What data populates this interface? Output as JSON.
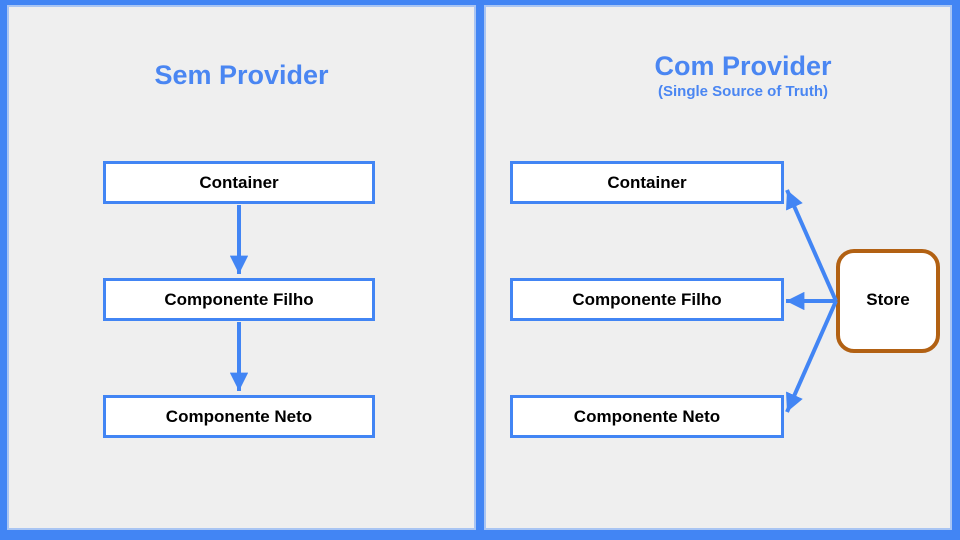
{
  "panels": {
    "left": {
      "title": "Sem Provider",
      "boxes": [
        "Container",
        "Componente Filho",
        "Componente Neto"
      ],
      "edges": [
        {
          "from": "Container",
          "to": "Componente Filho"
        },
        {
          "from": "Componente Filho",
          "to": "Componente Neto"
        }
      ]
    },
    "right": {
      "title": "Com Provider",
      "subtitle": "(Single Source of Truth)",
      "boxes": [
        "Container",
        "Componente Filho",
        "Componente Neto"
      ],
      "store_label": "Store",
      "edges": [
        {
          "from": "Store",
          "to": "Container"
        },
        {
          "from": "Store",
          "to": "Componente Filho"
        },
        {
          "from": "Store",
          "to": "Componente Neto"
        }
      ]
    }
  },
  "colors": {
    "background_blue": "#4285f4",
    "panel_gray": "#efefef",
    "panel_edge": "#a9c5f3",
    "accent_blue": "#4285f4",
    "title_blue": "#4a86f2",
    "box_white": "#ffffff",
    "text_black": "#000000",
    "store_orange": "#b26113"
  }
}
